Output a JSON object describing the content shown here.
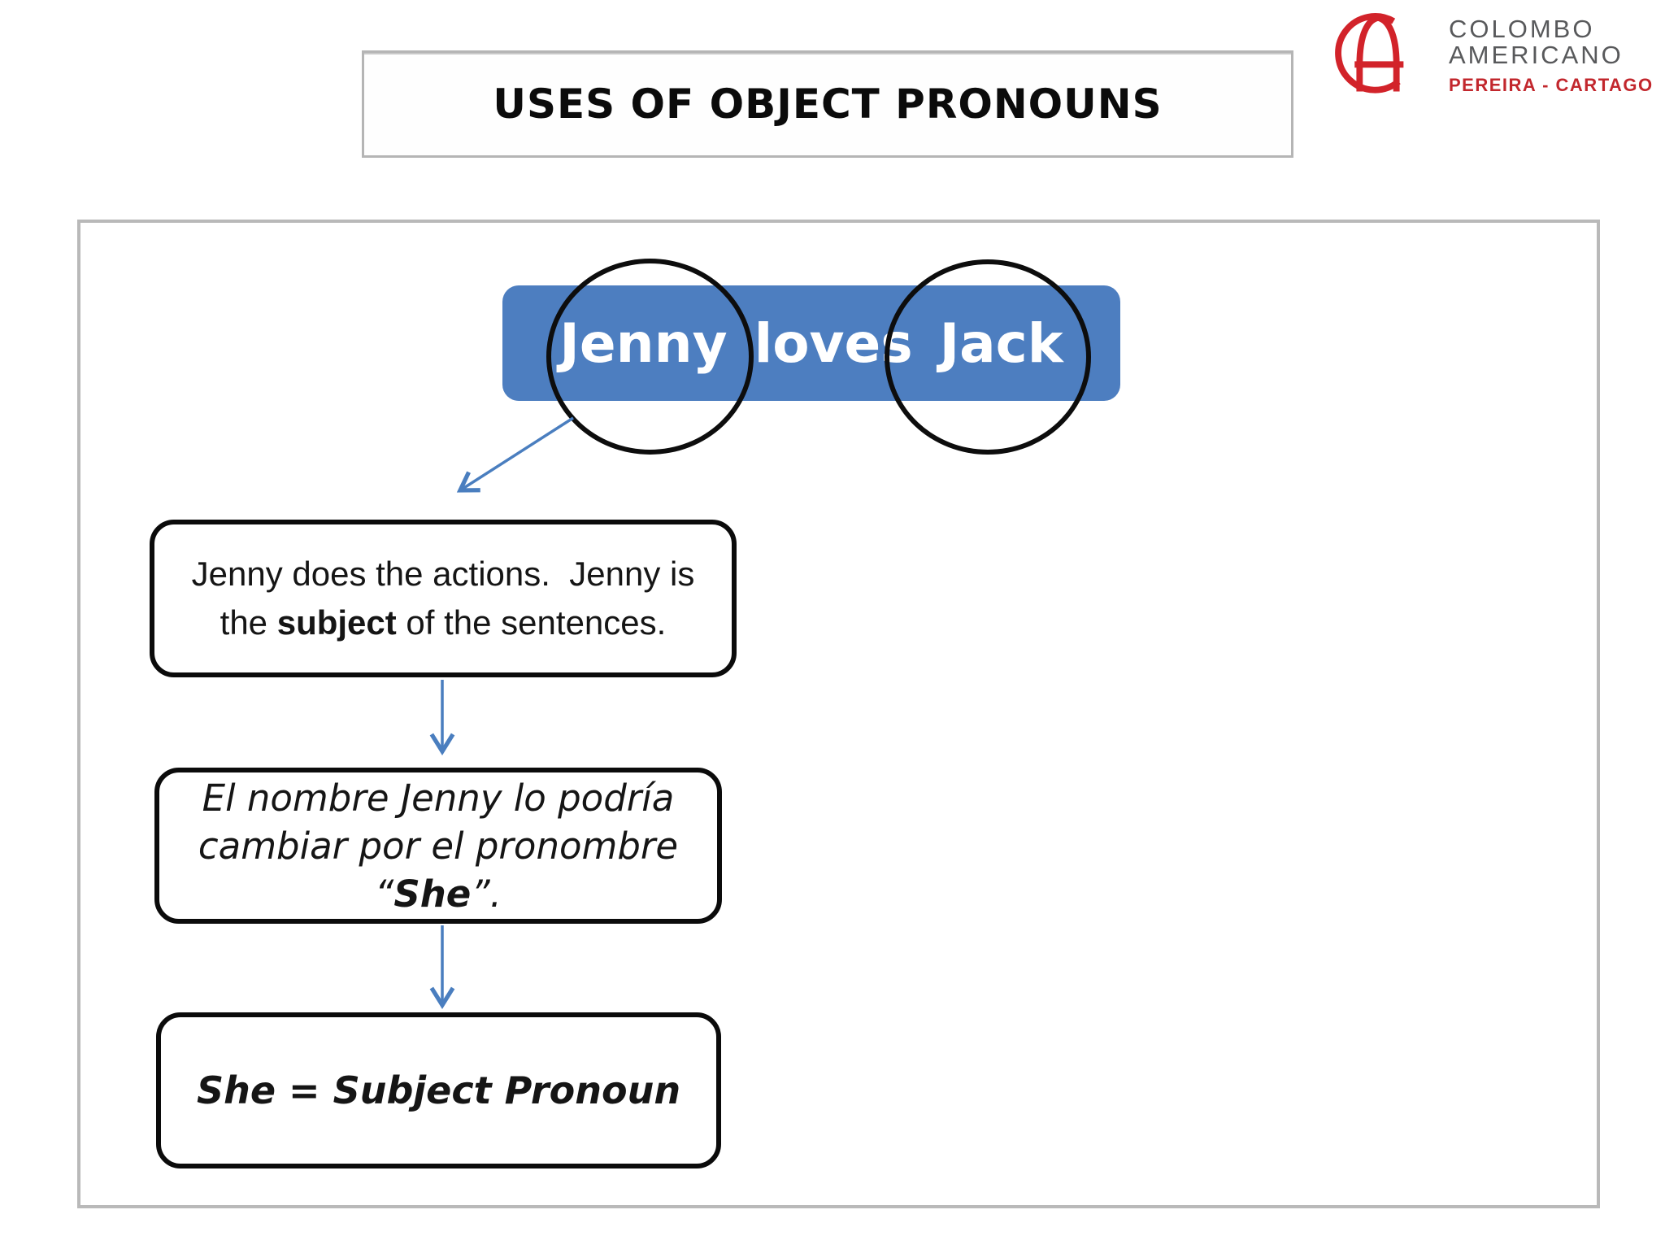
{
  "title": {
    "text": "USES OF OBJECT PRONOUNS"
  },
  "logo": {
    "icon": "colombo-americano-monogram",
    "line1": "COLOMBO",
    "line2": "AMERICANO",
    "city_line": "PEREIRA - CARTAGO",
    "colors": {
      "icon_red": "#d2232a",
      "name_gray": "#58595b",
      "city_red": "#c2272d"
    }
  },
  "diagram": {
    "sentence": {
      "text": "Jenny loves Jack",
      "circled_words": [
        "Jenny",
        "Jack"
      ],
      "bg_color": "#4d7ec0",
      "text_color": "#ffffff"
    },
    "arrow_color": "#4a7ebf",
    "box_border_color": "#0b0b0b",
    "container_border_color": "#b9b9b9",
    "boxes": [
      {
        "id": "subject-explanation",
        "line1": "Jenny does the actions.  Jenny is",
        "line2_pre": "the ",
        "line2_bold": "subject",
        "line2_post": " of the sentences."
      },
      {
        "id": "spanish-explanation",
        "line1": "El nombre Jenny lo podría",
        "line2": "cambiar por el pronombre",
        "line3_pre": "“",
        "line3_bold": "She",
        "line3_post": "”."
      },
      {
        "id": "conclusion",
        "text": "She = Subject Pronoun"
      }
    ]
  }
}
